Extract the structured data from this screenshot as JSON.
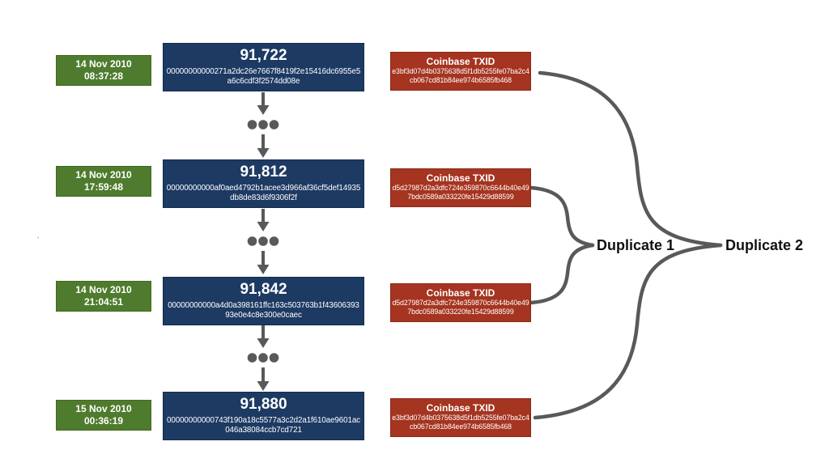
{
  "diagram": {
    "title_hint": "Bitcoin duplicate coinbase transactions between blocks 91722 and 91880",
    "colors": {
      "timestamp_green": "#4e7b2d",
      "block_blue": "#1d3a63",
      "coinbase_red": "#a53420",
      "connector_gray": "#58595b",
      "label_black": "#111111",
      "background": "#ffffff"
    },
    "rows": [
      {
        "timestamp": {
          "date": "14 Nov 2010",
          "time": "08:37:28"
        },
        "block": {
          "height": "91,722",
          "hash_line1": "00000000000271a2dc26e7667f8419f2e15416dc6955e5",
          "hash_line2": "a6c6cdf3f2574dd08e"
        },
        "coinbase": {
          "title": "Coinbase TXID",
          "txid_line1": "e3bf3d07d4b0375638d5f1db5255fe07ba2c4",
          "txid_line2": "cb067cd81b84ee974b6585fb468"
        }
      },
      {
        "timestamp": {
          "date": "14 Nov 2010",
          "time": "17:59:48"
        },
        "block": {
          "height": "91,812",
          "hash_line1": "00000000000af0aed4792b1acee3d966af36cf5def14935",
          "hash_line2": "db8de83d6f9306f2f"
        },
        "coinbase": {
          "title": "Coinbase TXID",
          "txid_line1": "d5d27987d2a3dfc724e359870c6644b40e49",
          "txid_line2": "7bdc0589a033220fe15429d88599"
        }
      },
      {
        "timestamp": {
          "date": "14 Nov 2010",
          "time": "21:04:51"
        },
        "block": {
          "height": "91,842",
          "hash_line1": "00000000000a4d0a398161ffc163c503763b1f43606393",
          "hash_line2": "93e0e4c8e300e0caec"
        },
        "coinbase": {
          "title": "Coinbase TXID",
          "txid_line1": "d5d27987d2a3dfc724e359870c6644b40e49",
          "txid_line2": "7bdc0589a033220fe15429d88599"
        }
      },
      {
        "timestamp": {
          "date": "15 Nov 2010",
          "time": "00:36:19"
        },
        "block": {
          "height": "91,880",
          "hash_line1": "00000000000743f190a18c5577a3c2d2a1f610ae9601ac",
          "hash_line2": "046a38084ccb7cd721"
        },
        "coinbase": {
          "title": "Coinbase TXID",
          "txid_line1": "e3bf3d07d4b0375638d5f1db5255fe07ba2c4",
          "txid_line2": "cb067cd81b84ee974b6585fb468"
        }
      }
    ],
    "labels": {
      "duplicate1": "Duplicate 1",
      "duplicate2": "Duplicate 2"
    },
    "stray_mark": "'"
  }
}
